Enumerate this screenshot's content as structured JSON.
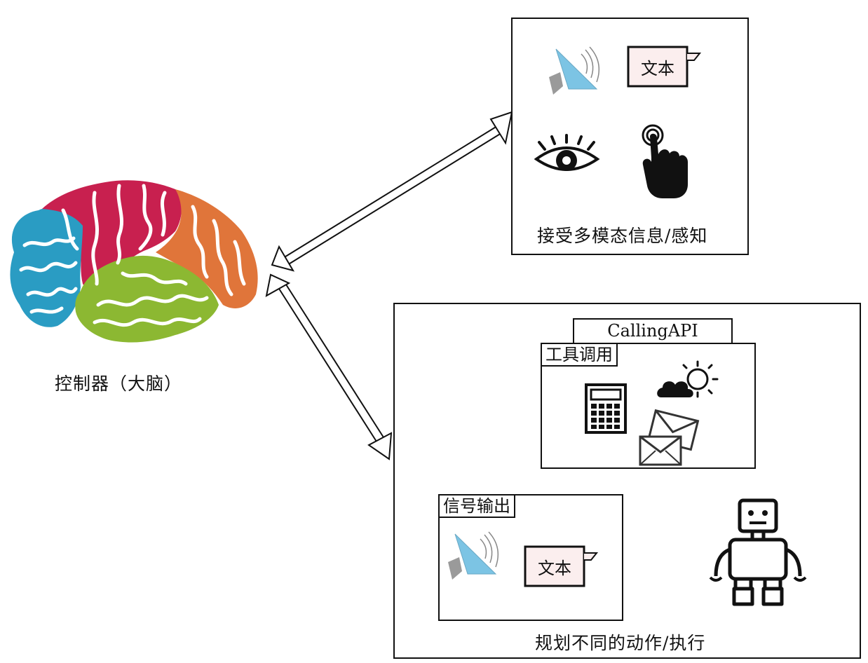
{
  "brain": {
    "label": "控制器（大脑）",
    "colors": {
      "blue": "#2a9cc3",
      "crimson": "#c8204f",
      "orange": "#e0753a",
      "green": "#8cb832"
    }
  },
  "perception_panel": {
    "caption": "接受多模态信息/感知",
    "text_bubble": "文本",
    "icons": [
      "speaker-icon",
      "text-bubble-icon",
      "eye-icon",
      "touch-hand-icon"
    ]
  },
  "action_panel": {
    "caption": "规划不同的动作/执行",
    "calling_api_label": "CallingAPI",
    "tools_box": {
      "tag": "工具调用",
      "icons": [
        "calculator-icon",
        "weather-icon",
        "envelope-icon"
      ]
    },
    "signal_box": {
      "tag": "信号输出",
      "text_bubble": "文本",
      "icons": [
        "speaker-icon",
        "text-bubble-icon"
      ]
    },
    "robot_icon": "robot-icon"
  },
  "colors": {
    "speaker": "#7cc4e4",
    "bubble_fill": "#fbeeee",
    "stroke": "#111111"
  }
}
